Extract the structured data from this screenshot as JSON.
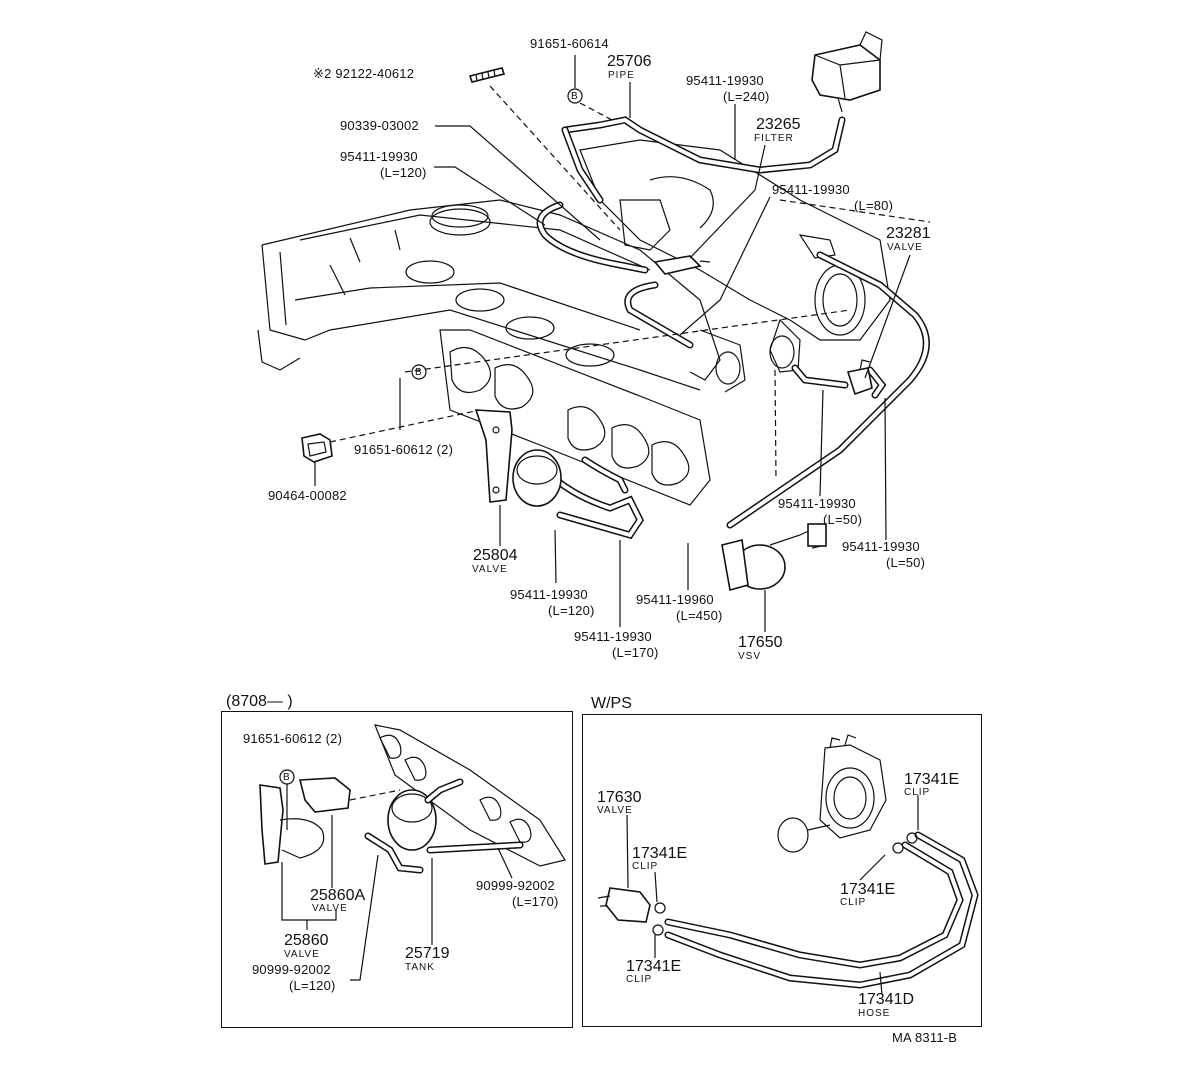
{
  "main": {
    "labels": {
      "p92122": "※2  92122-40612",
      "p91651_top": "91651-60614",
      "p25706": "25706",
      "p25706_name": "PIPE",
      "p95411_240": "95411-19930",
      "p95411_240_len": "(L=240)",
      "p90339": "90339-03002",
      "p23265": "23265",
      "p23265_name": "FILTER",
      "p95411_120a": "95411-19930",
      "p95411_120a_len": "(L=120)",
      "p95411_80": "95411-19930",
      "p95411_80_len": "(L=80)",
      "p23281": "23281",
      "p23281_name": "VALVE",
      "p91651_612": "91651-60612 (2)",
      "p90464": "90464-00082",
      "p25804": "25804",
      "p25804_name": "VALVE",
      "p95411_50a": "95411-19930",
      "p95411_50a_len": "(L=50)",
      "p95411_50b": "95411-19930",
      "p95411_50b_len": "(L=50)",
      "p95411_120b": "95411-19930",
      "p95411_120b_len": "(L=120)",
      "p95411_19960": "95411-19960",
      "p95411_19960_len": "(L=450)",
      "p95411_170": "95411-19930",
      "p95411_170_len": "(L=170)",
      "p17650": "17650",
      "p17650_name": "VSV",
      "ref_b": "B"
    }
  },
  "inset_left": {
    "heading": "(8708—        )",
    "labels": {
      "p91651": "91651-60612 (2)",
      "p25860A": "25860A",
      "p25860A_name": "VALVE",
      "p25860": "25860",
      "p25860_name": "VALVE",
      "p90999_120": "90999-92002",
      "p90999_120_len": "(L=120)",
      "p25719": "25719",
      "p25719_name": "TANK",
      "p90999_170": "90999-92002",
      "p90999_170_len": "(L=170)"
    }
  },
  "inset_right": {
    "heading": "W/PS",
    "labels": {
      "p17630": "17630",
      "p17630_name": "VALVE",
      "p17341E_a": "17341E",
      "p17341E_a_name": "CLIP",
      "p17341E_b": "17341E",
      "p17341E_b_name": "CLIP",
      "p17341E_c": "17341E",
      "p17341E_c_name": "CLIP",
      "p17341E_d": "17341E",
      "p17341E_d_name": "CLIP",
      "p17341D": "17341D",
      "p17341D_name": "HOSE"
    }
  },
  "footer": {
    "code": "MA 8311-B"
  }
}
